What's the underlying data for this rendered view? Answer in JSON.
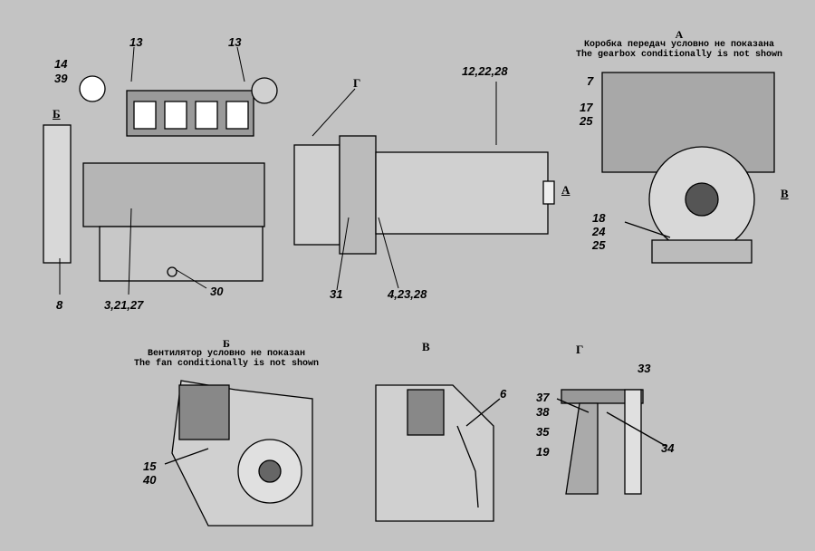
{
  "views": {
    "A": {
      "title": "А",
      "note_ru": "Коробка передач условно не показана",
      "note_en": "The gearbox conditionally is not shown"
    },
    "B_fan": {
      "title": "Б",
      "note_ru": "Вентилятор условно не показан",
      "note_en": "The fan conditionally is not shown"
    },
    "V": {
      "title": "В"
    },
    "G": {
      "title": "Г"
    }
  },
  "main_labels": {
    "l13a": "13",
    "l13b": "13",
    "l14": "14",
    "l39": "39",
    "lG": "Г",
    "l12": "12,22,28",
    "lB": "Б",
    "lA": "А",
    "l8": "8",
    "l3": "3,21,27",
    "l30": "30",
    "l31": "31",
    "l4": "4,23,28"
  },
  "view_a_labels": {
    "l7": "7",
    "l17": "17",
    "l25": "25",
    "l18": "18",
    "l24": "24",
    "l25b": "25",
    "lV": "В"
  },
  "view_b_labels": {
    "l15": "15",
    "l40": "40"
  },
  "view_v_labels": {
    "l6": "6"
  },
  "view_g_labels": {
    "l33": "33",
    "l37": "37",
    "l38": "38",
    "l35": "35",
    "l19": "19",
    "l34": "34"
  }
}
